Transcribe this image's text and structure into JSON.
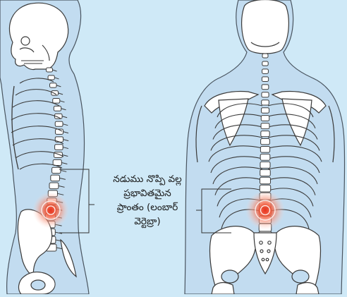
{
  "figure": {
    "caption_lines": [
      "నడుము నొప్పి వల్ల",
      "ప్రభావితమైన",
      "ప్రాంతం (లంబార్",
      "వెర్టెబ్రా)"
    ],
    "views": [
      {
        "view": "side",
        "highlight": "lumbar-vertebrae"
      },
      {
        "view": "back",
        "highlight": "lumbar-vertebrae"
      }
    ],
    "colors": {
      "background": "#cfe9f7",
      "body_outline": "#4a5560",
      "body_fill": "#c2dcf0",
      "bone_fill": "#ffffff",
      "bone_stroke": "#3a3a3a",
      "pain_core": "#e8321e",
      "pain_glow": "#f7a08a",
      "leader_line": "#333333"
    }
  }
}
